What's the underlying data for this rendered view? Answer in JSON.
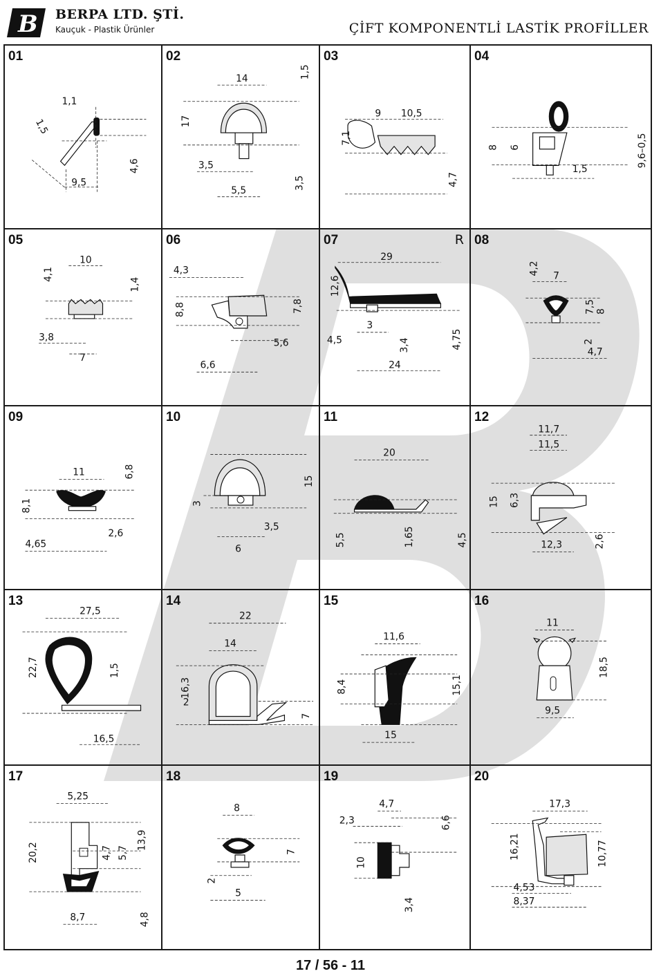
{
  "header": {
    "company": "BERPA LTD. ŞTİ.",
    "tagline": "Kauçuk - Plastik Ürünler",
    "title": "ÇİFT KOMPONENTLİ LASTİK PROFİLLER",
    "logo_letter": "B"
  },
  "profiles": [
    {
      "number": "01",
      "dims": [
        "1,1",
        "1,5",
        "4,6",
        "9,5"
      ]
    },
    {
      "number": "02",
      "dims": [
        "14",
        "1,5",
        "17",
        "3,5",
        "3,5",
        "5,5"
      ]
    },
    {
      "number": "03",
      "dims": [
        "9",
        "10,5",
        "7,1",
        "4,7"
      ]
    },
    {
      "number": "04",
      "dims": [
        "8",
        "6",
        "1,5",
        "9,6–0,5"
      ]
    },
    {
      "number": "05",
      "dims": [
        "10",
        "4,1",
        "1,4",
        "3,8",
        "7"
      ]
    },
    {
      "number": "06",
      "dims": [
        "4,3",
        "8,8",
        "7,8",
        "5,6",
        "6,6"
      ]
    },
    {
      "number": "07",
      "mark": "R",
      "dims": [
        "29",
        "12,6",
        "3",
        "4,5",
        "3,4",
        "4,75",
        "24"
      ]
    },
    {
      "number": "08",
      "dims": [
        "4,2",
        "7",
        "7,5",
        "8",
        "2",
        "4,7"
      ]
    },
    {
      "number": "09",
      "dims": [
        "11",
        "6,8",
        "8,1",
        "2,6",
        "4,65"
      ]
    },
    {
      "number": "10",
      "dims": [
        "15",
        "3",
        "3,5",
        "6"
      ]
    },
    {
      "number": "11",
      "dims": [
        "20",
        "5,5",
        "1,65",
        "4,5"
      ]
    },
    {
      "number": "12",
      "dims": [
        "11,7",
        "11,5",
        "15",
        "6,3",
        "12,3",
        "2,6"
      ]
    },
    {
      "number": "13",
      "dims": [
        "27,5",
        "22,7",
        "1,5",
        "16,5"
      ]
    },
    {
      "number": "14",
      "dims": [
        "22",
        "14",
        "16,3",
        "2",
        "7"
      ]
    },
    {
      "number": "15",
      "dims": [
        "11,6",
        "8,4",
        "15,1",
        "15"
      ]
    },
    {
      "number": "16",
      "dims": [
        "11",
        "18,5",
        "9,5"
      ]
    },
    {
      "number": "17",
      "dims": [
        "5,25",
        "20,2",
        "4,7",
        "5,7",
        "13,9",
        "8,7",
        "4,8"
      ]
    },
    {
      "number": "18",
      "dims": [
        "8",
        "7",
        "2",
        "5"
      ]
    },
    {
      "number": "19",
      "dims": [
        "4,7",
        "2,3",
        "6,6",
        "10",
        "3,4"
      ]
    },
    {
      "number": "20",
      "dims": [
        "17,3",
        "16,21",
        "10,77",
        "4,53",
        "8,37"
      ]
    }
  ],
  "footer": {
    "page_number": "17 / 56 - 11"
  }
}
